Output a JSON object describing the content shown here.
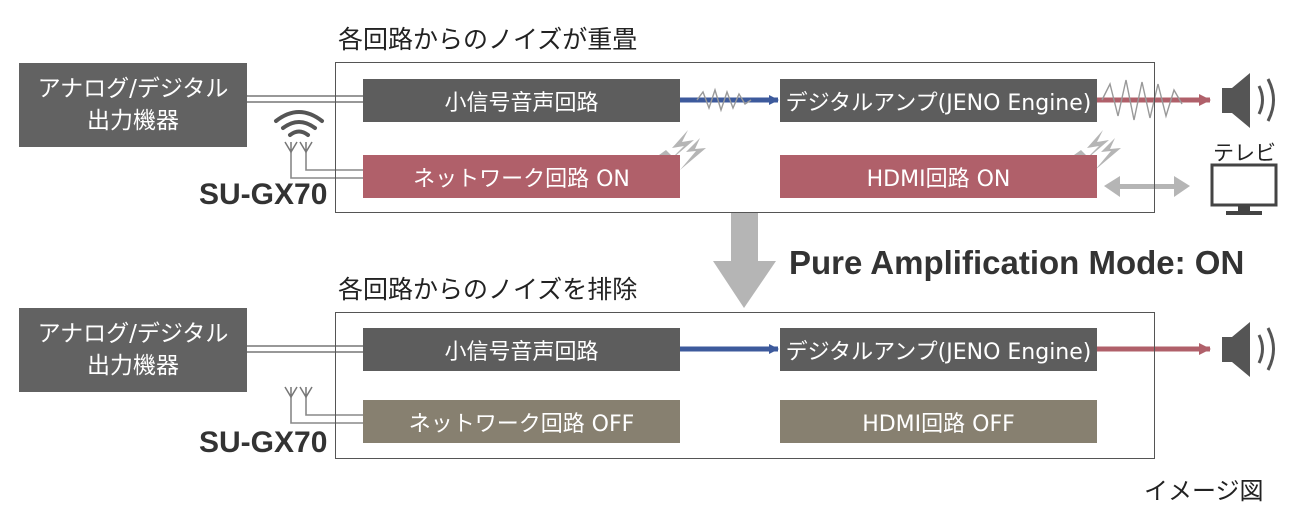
{
  "top": {
    "title": "各回路からのノイズが重畳",
    "source_line1": "アナログ/デジタル",
    "source_line2": "出力機器",
    "model": "SU-GX70",
    "small_signal": "小信号音声回路",
    "digital_amp": "デジタルアンプ(JENO Engine)",
    "network": "ネットワーク回路 ON",
    "hdmi": "HDMI回路 ON",
    "tv_label": "テレビ"
  },
  "mode_label": "Pure Amplification Mode: ON",
  "bottom": {
    "title": "各回路からのノイズを排除",
    "source_line1": "アナログ/デジタル",
    "source_line2": "出力機器",
    "model": "SU-GX70",
    "small_signal": "小信号音声回路",
    "digital_amp": "デジタルアンプ(JENO Engine)",
    "network": "ネットワーク回路 OFF",
    "hdmi": "HDMI回路 OFF"
  },
  "caption": "イメージ図",
  "colors": {
    "block_gray": "#5d5d5d",
    "block_on_red": "#b0606a",
    "block_off_khaki": "#878070",
    "signal_blue": "#3d5a9c",
    "signal_red": "#b0606a",
    "noise_gray": "#aaaaaa"
  },
  "icons": [
    "wifi-icon",
    "antenna-icon",
    "speaker-icon",
    "tv-icon",
    "noise-spark-icon",
    "down-arrow-icon",
    "bidirectional-arrow-icon"
  ]
}
